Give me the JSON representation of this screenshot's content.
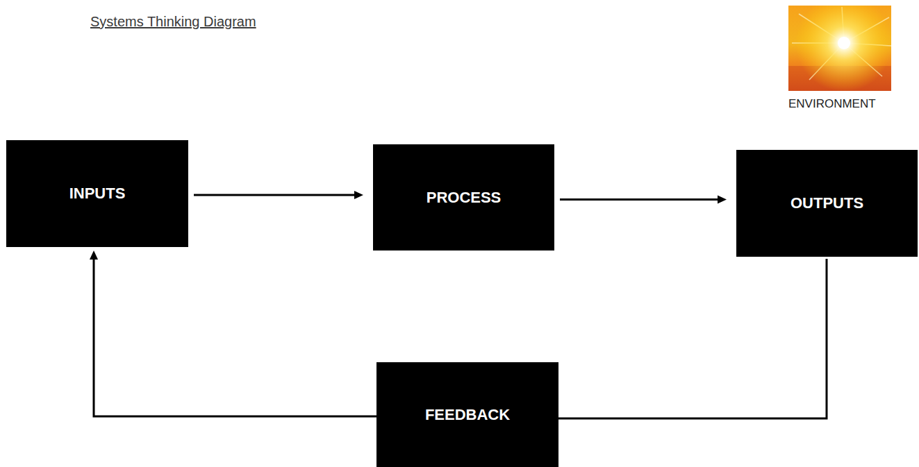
{
  "diagram": {
    "title": "Systems Thinking Diagram",
    "nodes": [
      {
        "text": [
          "INPUTS"
        ]
      },
      {
        "text": [
          "PROCESS"
        ]
      },
      {
        "text": [
          "OUTPUTS"
        ]
      },
      {
        "text": [
          "FEEDBACK"
        ]
      }
    ],
    "edges": [
      {
        "from": 0,
        "to": 1,
        "arrow": "to"
      },
      {
        "from": 1,
        "to": 2,
        "arrow": "to"
      },
      {
        "from": 2,
        "to": 3,
        "arrow": "none"
      },
      {
        "from": 3,
        "to": 0,
        "arrow": "to"
      }
    ],
    "labels": [
      "ENVIRONMENT"
    ]
  }
}
